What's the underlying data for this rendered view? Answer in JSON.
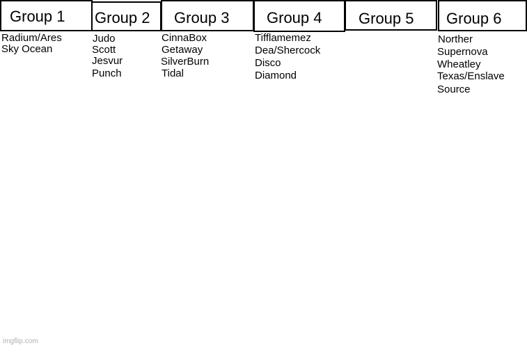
{
  "groups": [
    {
      "title": "Group 1",
      "members": [
        "Radium/Ares",
        "Sky Ocean"
      ]
    },
    {
      "title": "Group 2",
      "members": [
        "Judo",
        "Scott",
        "Jesvur",
        "Punch"
      ]
    },
    {
      "title": "Group 3",
      "members": [
        "CinnaBox",
        "Getaway",
        "SilverBurn",
        "Tidal"
      ]
    },
    {
      "title": "Group 4",
      "members": [
        "Tifflamemez",
        "Dea/Shercock",
        "Disco",
        "Diamond"
      ]
    },
    {
      "title": "Group 5",
      "members": []
    },
    {
      "title": "Group 6",
      "members": [
        "Norther",
        "Supernova",
        "Wheatley",
        "Texas/Enslave",
        "Source"
      ]
    }
  ],
  "watermark": "imgflip.com"
}
